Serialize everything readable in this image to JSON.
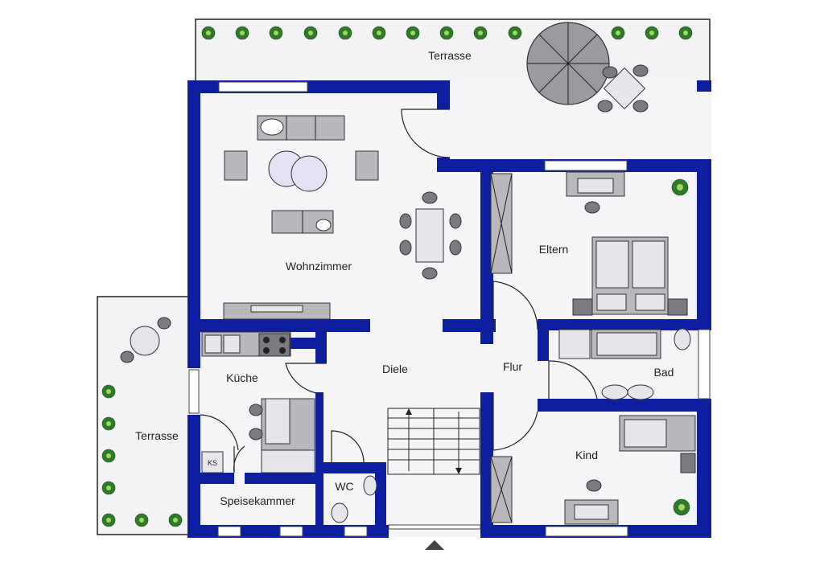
{
  "rooms": {
    "terrasse_top": "Terrasse",
    "wohnzimmer": "Wohnzimmer",
    "eltern": "Eltern",
    "kueche": "Küche",
    "diele": "Diele",
    "flur": "Flur",
    "bad": "Bad",
    "terrasse_left": "Terrasse",
    "kind": "Kind",
    "speisekammer": "Speisekammer",
    "wc": "WC"
  },
  "fixtures": {
    "fridge_label": "KS"
  },
  "colors": {
    "wall": "#0d1f9e",
    "floor": "#f5f5f7",
    "furniture": "#b8b8bd",
    "plant": "#2f7a2a"
  },
  "icons": {
    "entrance": "entrance-arrow-icon",
    "plant": "plant-icon"
  }
}
